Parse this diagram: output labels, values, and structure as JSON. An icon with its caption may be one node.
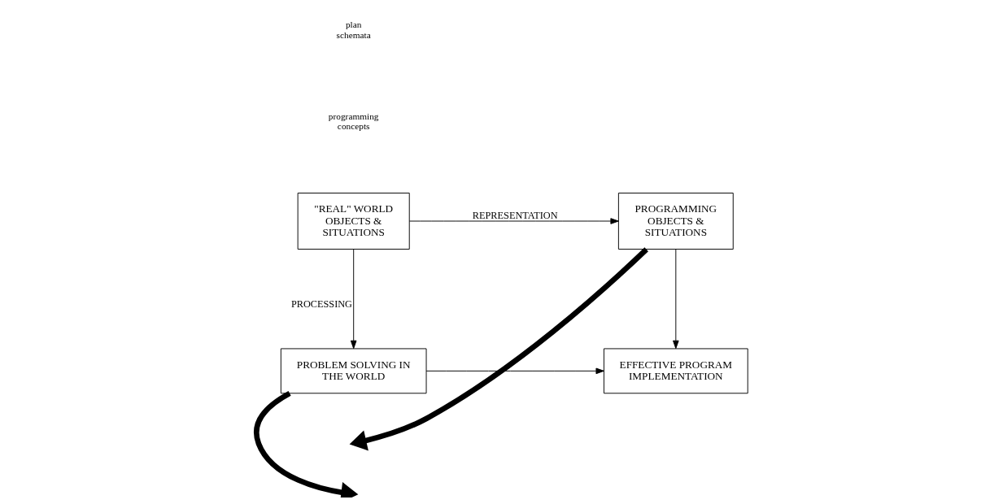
{
  "diagram": {
    "nodes": [
      {
        "text": [
          "\"REAL\" WORLD OBJECTS & SITUATIONS"
        ]
      },
      {
        "text": [
          "PROGRAMMING OBJECTS & SITUATIONS"
        ]
      },
      {
        "text": [
          "PROBLEM SOLVING IN THE WORLD"
        ]
      },
      {
        "text": [
          "EFFECTIVE PROGRAM IMPLEMENTATION"
        ]
      }
    ],
    "edges": [
      {
        "from": 0,
        "to": 1,
        "arrow": "to",
        "label": "REPRESENTATION"
      },
      {
        "from": 0,
        "to": 2,
        "arrow": "to",
        "label": "PROCESSING"
      },
      {
        "from": 1,
        "to": 3,
        "arrow": "to"
      },
      {
        "from": 2,
        "to": 3,
        "arrow": "to"
      },
      {
        "from": 2,
        "to": null,
        "arrow": "to",
        "style": "thick"
      },
      {
        "from": 1,
        "to": null,
        "arrow": "to",
        "style": "thick"
      }
    ],
    "labels": [
      "programming concepts",
      "plan schemata"
    ]
  }
}
